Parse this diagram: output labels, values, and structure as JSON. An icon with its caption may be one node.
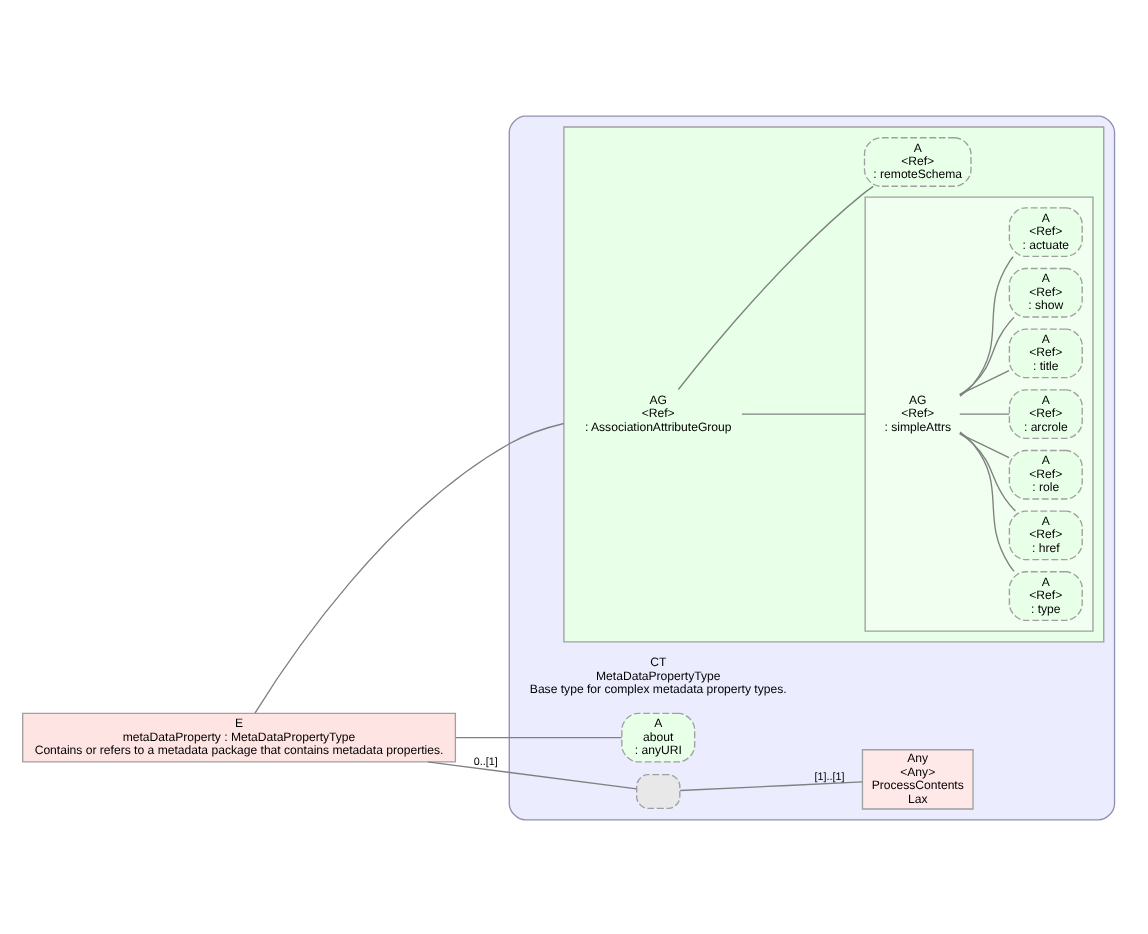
{
  "diagram": {
    "nodes": [
      {
        "text": [
          "E",
          "metaDataProperty : MetaDataPropertyType",
          "Contains or refers to a metadata package that contains metadata properties."
        ]
      },
      {
        "text": [
          "CT",
          "MetaDataPropertyType",
          "Base type for complex metadata property types."
        ]
      },
      {
        "text": [
          "AG",
          "<Ref>",
          ": AssociationAttributeGroup"
        ],
        "in": 1
      },
      {
        "text": [
          "AG",
          "<Ref>",
          ": simpleAttrs"
        ],
        "in": 2
      },
      {
        "text": [
          "A",
          "<Ref>",
          ": type"
        ],
        "in": 3
      },
      {
        "text": [
          "A",
          "<Ref>",
          ": href"
        ],
        "in": 3
      },
      {
        "text": [
          "A",
          "<Ref>",
          ": role"
        ],
        "in": 3
      },
      {
        "text": [
          "A",
          "<Ref>",
          ": arcrole"
        ],
        "in": 3
      },
      {
        "text": [
          "A",
          "<Ref>",
          ": title"
        ],
        "in": 3
      },
      {
        "text": [
          "A",
          "<Ref>",
          ": show"
        ],
        "in": 3
      },
      {
        "text": [
          "A",
          "<Ref>",
          ": actuate"
        ],
        "in": 3
      },
      {
        "text": [
          "A",
          "<Ref>",
          ": remoteSchema"
        ],
        "in": 2
      },
      {
        "text": [
          "A",
          "about",
          ": anyURI"
        ],
        "in": 1
      },
      {
        "text": [],
        "shape": "box",
        "in": 1
      },
      {
        "text": [
          "Any",
          "<Any>",
          "ProcessContents",
          "Lax"
        ],
        "in": 1
      }
    ],
    "edges": [
      {
        "from": 0,
        "to": 2,
        "arrow": "none"
      },
      {
        "from": 0,
        "to": 12,
        "arrow": "none"
      },
      {
        "from": 0,
        "to": 13,
        "arrow": "none",
        "label": "0..[1]"
      },
      {
        "from": 2,
        "to": 3,
        "arrow": "none"
      },
      {
        "from": 2,
        "to": 11,
        "arrow": "none"
      },
      {
        "from": 3,
        "to": 4,
        "arrow": "none"
      },
      {
        "from": 3,
        "to": 5,
        "arrow": "none"
      },
      {
        "from": 3,
        "to": 6,
        "arrow": "none"
      },
      {
        "from": 3,
        "to": 7,
        "arrow": "none"
      },
      {
        "from": 3,
        "to": 8,
        "arrow": "none"
      },
      {
        "from": 3,
        "to": 9,
        "arrow": "none"
      },
      {
        "from": 3,
        "to": 10,
        "arrow": "none"
      },
      {
        "from": 13,
        "to": 14,
        "arrow": "none",
        "label": "[1]..[1]"
      }
    ]
  }
}
